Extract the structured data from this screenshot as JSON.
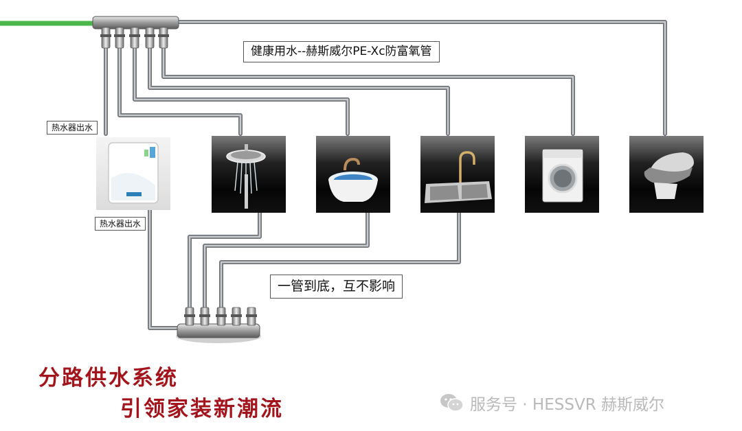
{
  "labels": {
    "pipe_title": "健康用水--赫斯威尔PE-Xc防富氧管",
    "heater_out_top": "热水器出水",
    "heater_out_bottom": "热水器出水",
    "one_pipe": "一管到底，互不影响"
  },
  "fixtures": [
    {
      "name": "water-heater",
      "icon": "water-heater-icon"
    },
    {
      "name": "shower-head",
      "icon": "shower-icon"
    },
    {
      "name": "washbasin",
      "icon": "basin-icon"
    },
    {
      "name": "kitchen-sink",
      "icon": "sink-icon"
    },
    {
      "name": "washing-machine",
      "icon": "washing-machine-icon"
    },
    {
      "name": "toilet",
      "icon": "toilet-icon"
    }
  ],
  "slogan": {
    "line1": "分路供水系统",
    "line2": "引领家装新潮流"
  },
  "watermark": {
    "text": "服务号 · HESSVR 赫斯威尔",
    "icon": "wechat-icon"
  },
  "colors": {
    "supply_pipe": "#4bb749",
    "pipe": "#8e9196",
    "slogan": "#a3151c"
  }
}
